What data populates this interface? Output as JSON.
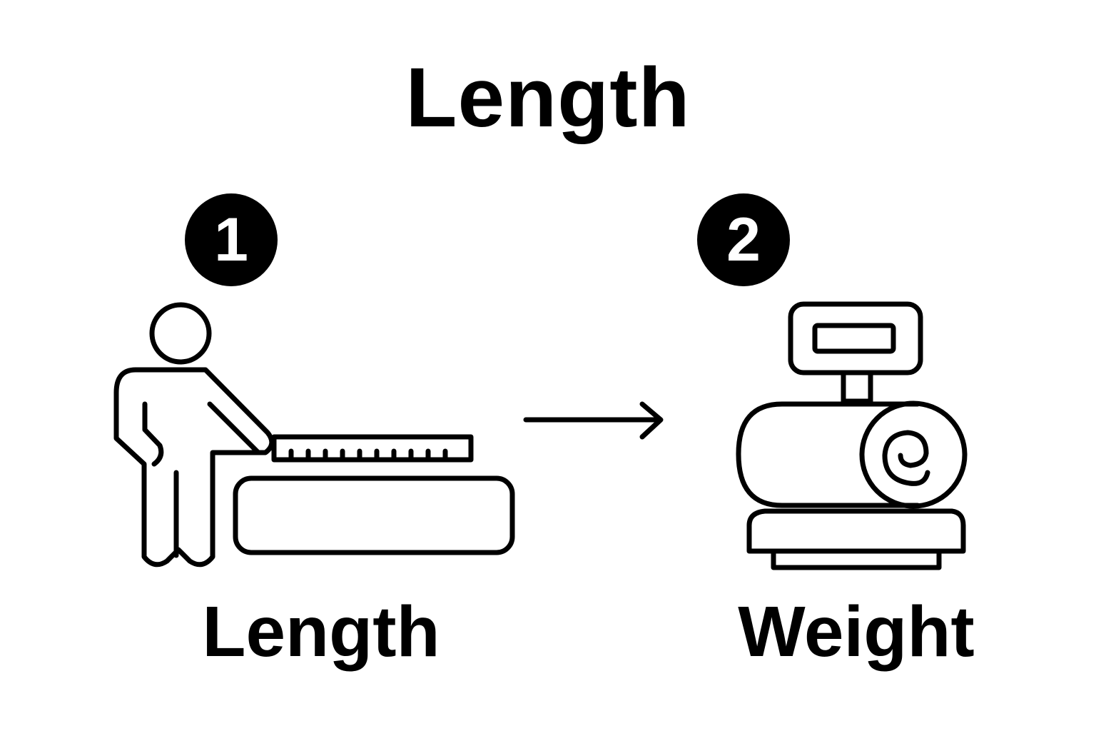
{
  "diagram": {
    "title": "Length",
    "steps": [
      {
        "number": "1",
        "label": "Length",
        "icon": "person-measuring-with-ruler-icon"
      },
      {
        "number": "2",
        "label": "Weight",
        "icon": "scale-with-roll-icon"
      }
    ],
    "connector": "right-arrow-icon"
  }
}
